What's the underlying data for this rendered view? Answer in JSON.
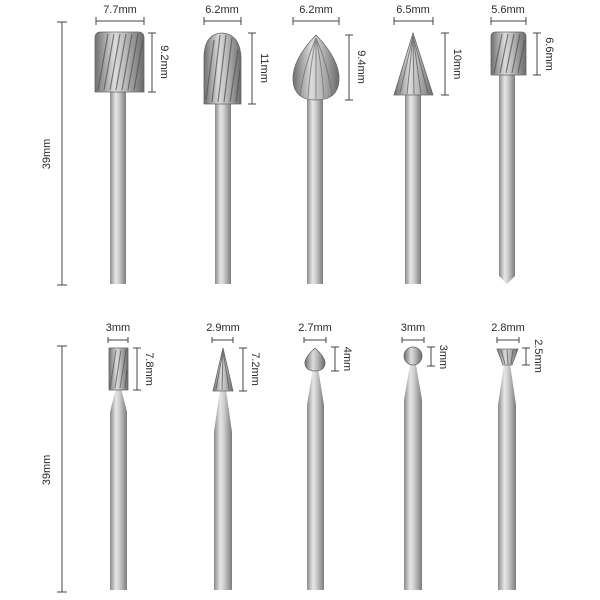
{
  "colors": {
    "metal": "#bdbdbd",
    "metal_dark": "#7d7d7d",
    "metal_light": "#ececec",
    "dim_line": "#444444"
  },
  "rows": [
    {
      "length_label": "39mm",
      "bits": [
        {
          "head": "cylinder",
          "width_label": "7.7mm",
          "height_label": "9.2mm"
        },
        {
          "head": "flame",
          "width_label": "6.2mm",
          "height_label": "11mm"
        },
        {
          "head": "teardrop",
          "width_label": "6.2mm",
          "height_label": "9.4mm"
        },
        {
          "head": "cone",
          "width_label": "6.5mm",
          "height_label": "10mm"
        },
        {
          "head": "cylinder-small",
          "width_label": "5.6mm",
          "height_label": "6.6mm"
        }
      ]
    },
    {
      "length_label": "39mm",
      "bits": [
        {
          "head": "cylinder-fine",
          "width_label": "3mm",
          "height_label": "7.8mm"
        },
        {
          "head": "cone-fine",
          "width_label": "2.9mm",
          "height_label": "7.2mm"
        },
        {
          "head": "teardrop-fine",
          "width_label": "2.7mm",
          "height_label": "4mm"
        },
        {
          "head": "ball",
          "width_label": "3mm",
          "height_label": "3mm"
        },
        {
          "head": "inverted-cone",
          "width_label": "2.8mm",
          "height_label": "2.5mm"
        }
      ]
    }
  ]
}
